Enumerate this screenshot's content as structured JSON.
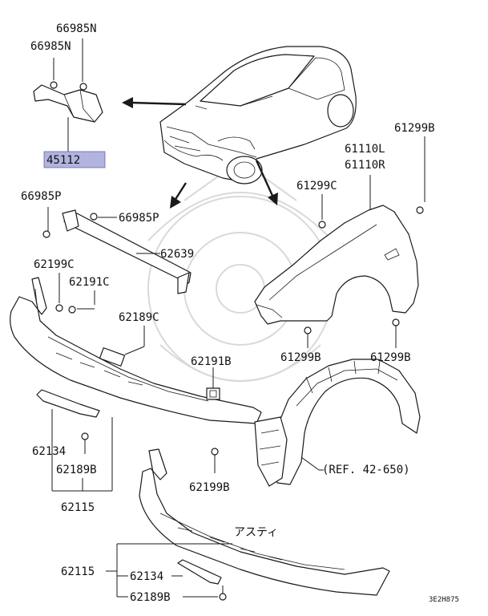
{
  "highlight_color": "#b3b3e0",
  "labels": {
    "p66985N_a": "66985N",
    "p66985N_b": "66985N",
    "p45112": "45112",
    "p66985P_a": "66985P",
    "p66985P_b": "66985P",
    "p62639": "62639",
    "p62199C": "62199C",
    "p62191C": "62191C",
    "p62189C": "62189C",
    "p62191B": "62191B",
    "p62199B": "62199B",
    "p62134_a": "62134",
    "p62189B_a": "62189B",
    "p62115_a": "62115",
    "p61299B_top": "61299B",
    "p61110L": "61110L",
    "p61110R": "61110R",
    "p61299C": "61299C",
    "p61299B_left": "61299B",
    "p61299B_right": "61299B",
    "ref": "(REF. 42-650)",
    "aste": "アスティ",
    "p62115_b": "62115",
    "p62134_b": "62134",
    "p62189B_b": "62189B",
    "code": "3E2H875"
  }
}
